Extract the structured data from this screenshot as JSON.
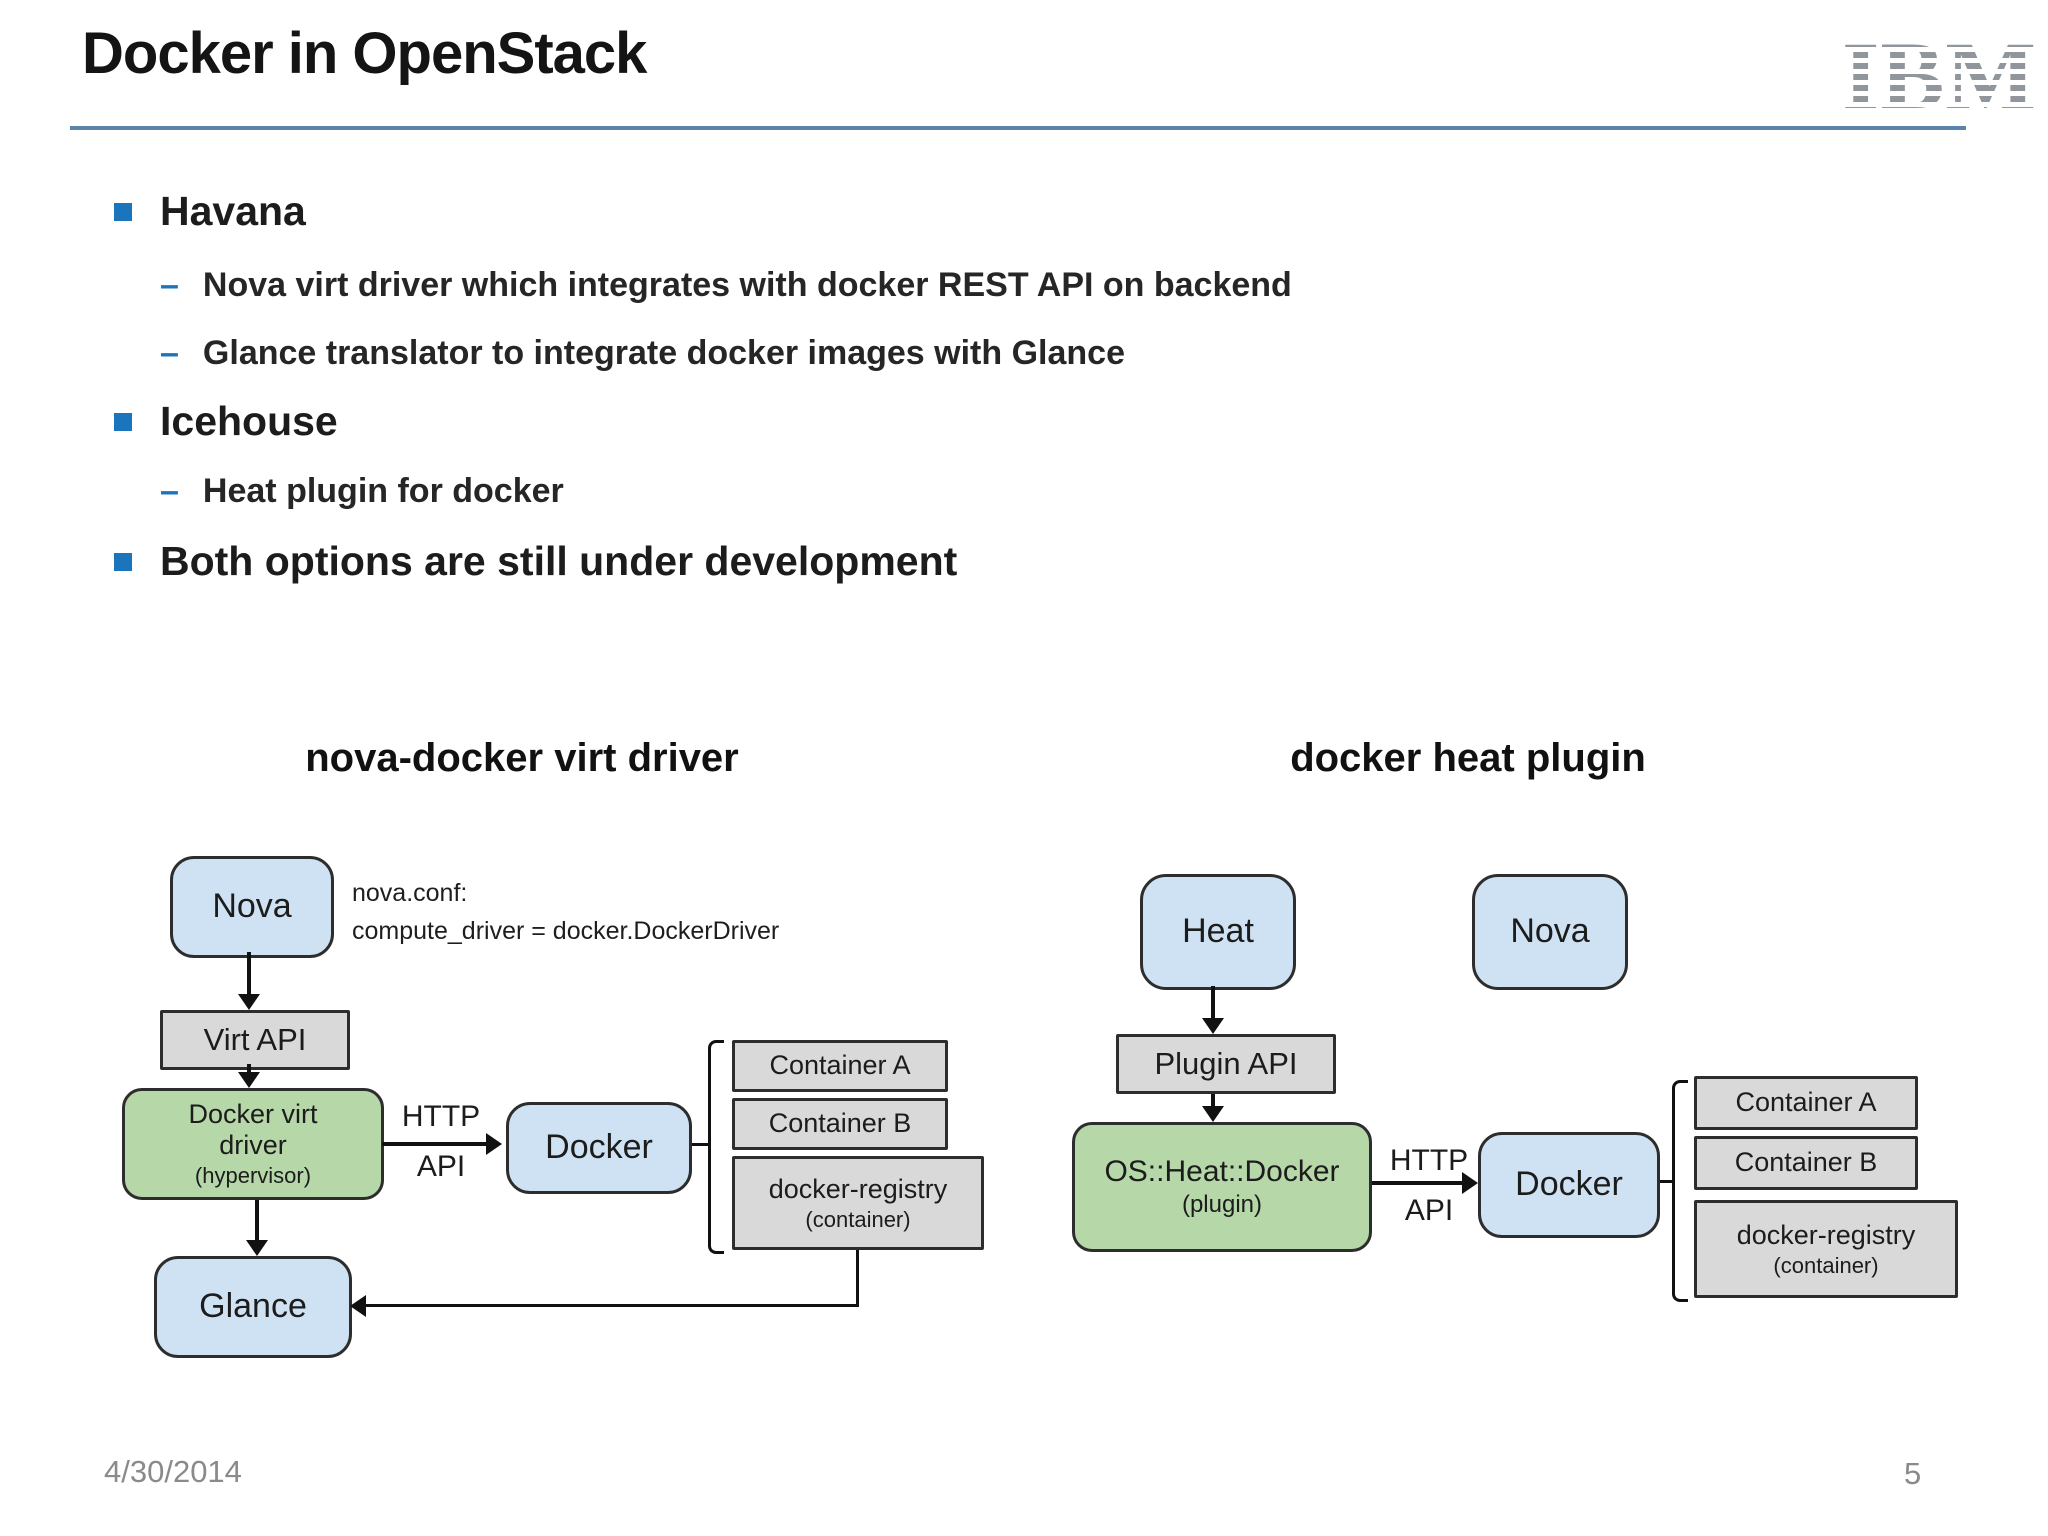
{
  "slide": {
    "title": "Docker in OpenStack",
    "logo_text": "IBM",
    "bullets": {
      "b1": "Havana",
      "b1_sub1": "Nova virt driver which integrates with docker REST API on backend",
      "b1_sub2": "Glance translator to integrate docker images with Glance",
      "b2": "Icehouse",
      "b2_sub1": "Heat plugin for docker",
      "b3": "Both options are still under development",
      "dash_glyph": "–"
    },
    "footer": {
      "date": "4/30/2014",
      "page_number": "5"
    },
    "colors": {
      "accent_blue": "#1b75bc",
      "title_underline": "#5b85ad",
      "node_blue": "#cfe2f3",
      "node_green": "#b6d7a8",
      "node_gray": "#d9d9d9",
      "node_border": "#2d2d2d",
      "footer_gray": "#8a8a8a",
      "ibm_logo_gray": "#90969c"
    }
  },
  "diagram_left": {
    "heading": "nova-docker virt driver",
    "config_note_line1": "nova.conf:",
    "config_note_line2": "compute_driver = docker.DockerDriver",
    "labels": {
      "http": "HTTP",
      "api": "API"
    },
    "nodes": {
      "nova": "Nova",
      "virt_api": "Virt API",
      "driver_line1": "Docker virt",
      "driver_line2": "driver",
      "driver_line3": "(hypervisor)",
      "docker": "Docker",
      "container_a": "Container A",
      "container_b": "Container B",
      "registry_line1": "docker-registry",
      "registry_line2": "(container)",
      "glance": "Glance"
    }
  },
  "diagram_right": {
    "heading": "docker heat plugin",
    "labels": {
      "http": "HTTP",
      "api": "API"
    },
    "nodes": {
      "heat": "Heat",
      "nova": "Nova",
      "plugin_api": "Plugin API",
      "plugin_line1": "OS::Heat::Docker",
      "plugin_line2": "(plugin)",
      "docker": "Docker",
      "container_a": "Container A",
      "container_b": "Container B",
      "registry_line1": "docker-registry",
      "registry_line2": "(container)"
    }
  }
}
